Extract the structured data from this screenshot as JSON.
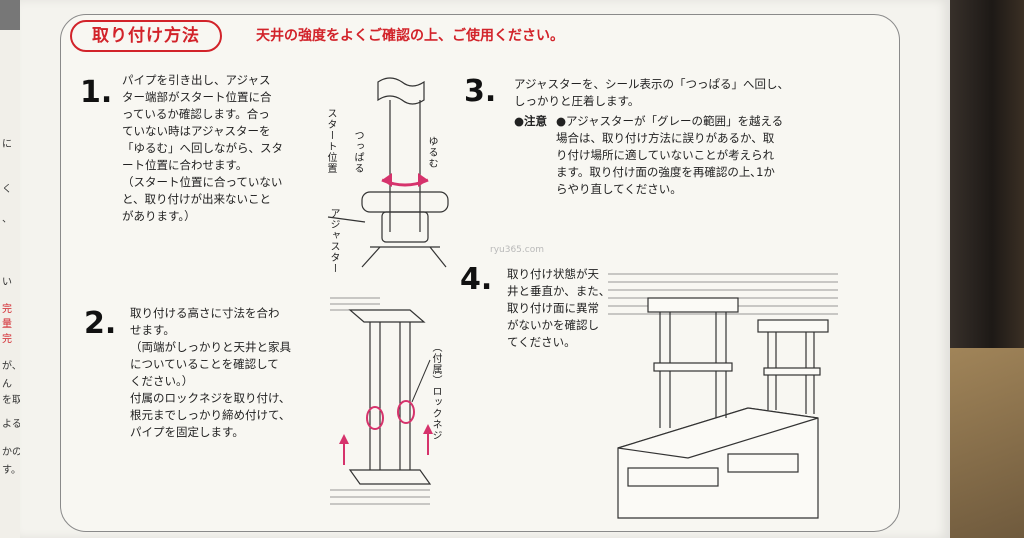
{
  "heading": "取り付け方法",
  "subtitle": "天井の強度をよくご確認の上、ご使用ください。",
  "steps": [
    {
      "num": "1.",
      "text": "パイプを引き出し、アジャス\nター端部がスタート位置に合\nっているか確認します。合っ\nていない時はアジャスターを\n「ゆるむ」へ回しながら、スタ\nート位置に合わせます。\n（スタート位置に合っていない\nと、取り付けが出来ないこと\nがあります。）"
    },
    {
      "num": "2.",
      "text": "取り付ける高さに寸法を合わ\nせます。\n（両端がしっかりと天井と家具\nについていることを確認して\nください。）\n付属のロックネジを取り付け、\n根元までしっかり締め付けて、\nパイプを固定します。"
    },
    {
      "num": "3.",
      "text": "アジャスターを、シール表示の「つっぱる」へ回し、\nしっかりと圧着します。"
    },
    {
      "num": "4.",
      "text": "取り付け状態が天\n井と垂直か、また、\n取り付け面に異常\nがないかを確認し\nてください。"
    }
  ],
  "note": {
    "label": "●注意",
    "text": "●アジャスターが「グレーの範囲」を越える\n場合は、取り付け方法に誤りがあるか、取\nり付け場所に適していないことが考えられ\nます。取り付け面の強度を再確認の上､1か\nらやり直してください。"
  },
  "labels": {
    "start_position": "スタート位置",
    "tsupparu": "つっぱる",
    "yurumu": "ゆるむ",
    "adjuster": "アジャスター",
    "lock_screw": "（付属）ロックネジ"
  },
  "watermark": "ryu365.com",
  "left_fragments": [
    "に",
    "く",
    "、",
    "い",
    "完",
    "量",
    "完",
    "が、",
    "ん",
    "を取",
    "よる",
    "かの",
    "す。"
  ],
  "colors": {
    "accent": "#d2232a",
    "arrow": "#d6336c"
  }
}
